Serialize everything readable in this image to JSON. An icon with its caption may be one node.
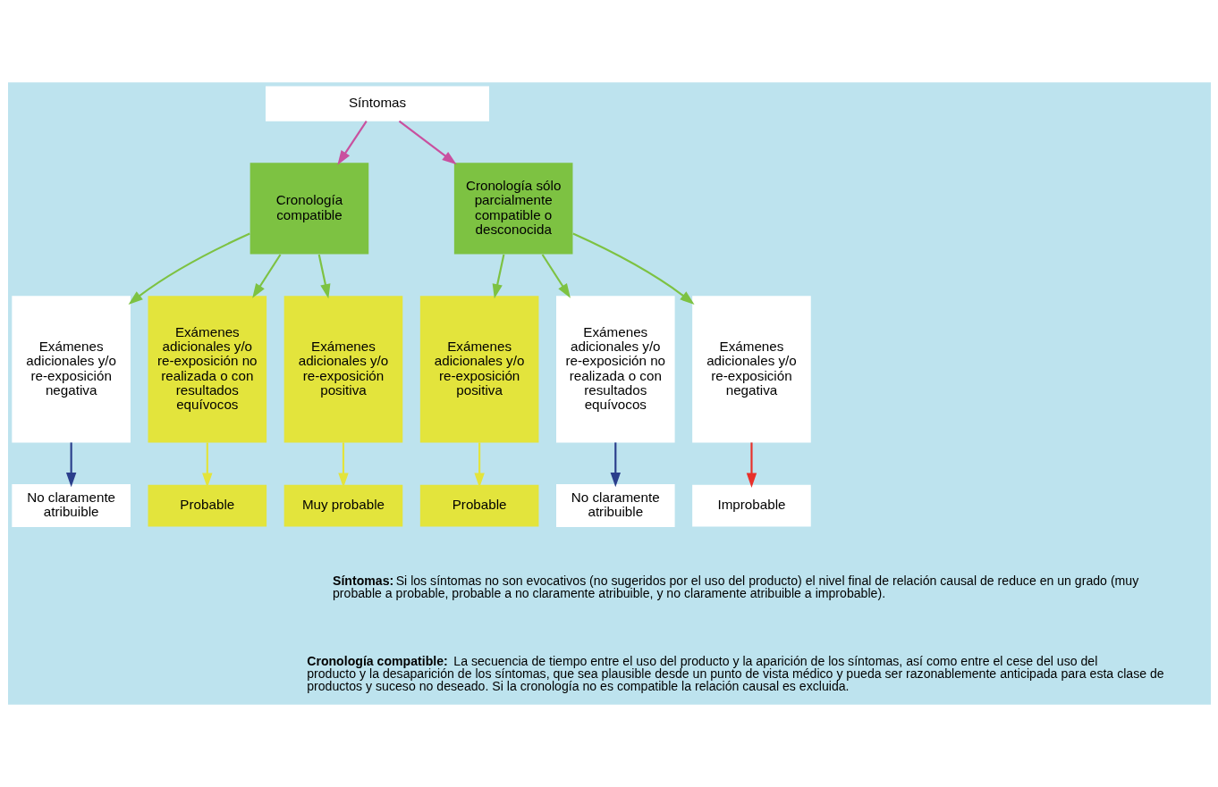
{
  "diagram": {
    "nodes": [
      {
        "text": [
          "Síntomas"
        ]
      },
      {
        "text": [
          "Cronología compatible"
        ]
      },
      {
        "text": [
          "Cronología sólo parcialmente compatible o desconocida"
        ]
      },
      {
        "text": [
          "Exámenes adicionales y/o re-exposición negativa"
        ]
      },
      {
        "text": [
          "Exámenes adicionales y/o re-exposición no realizada o con resultados equívocos"
        ]
      },
      {
        "text": [
          "Exámenes adicionales y/o re-exposición positiva"
        ]
      },
      {
        "text": [
          "Exámenes adicionales y/o re-exposición positiva"
        ]
      },
      {
        "text": [
          "Exámenes adicionales y/o re-exposición no realizada o con resultados equívocos"
        ]
      },
      {
        "text": [
          "Exámenes adicionales y/o re-exposición negativa"
        ]
      },
      {
        "text": [
          "No claramente atribuible"
        ]
      },
      {
        "text": [
          "Probable"
        ]
      },
      {
        "text": [
          "Muy probable"
        ]
      },
      {
        "text": [
          "Probable"
        ]
      },
      {
        "text": [
          "No claramente atribuible"
        ]
      },
      {
        "text": [
          "Improbable"
        ]
      }
    ],
    "edges": [
      {
        "from": 0,
        "to": 1,
        "arrow": "to",
        "color": "#c9509f"
      },
      {
        "from": 0,
        "to": 2,
        "arrow": "to",
        "color": "#c9509f"
      },
      {
        "from": 1,
        "to": 3,
        "arrow": "to",
        "color": "#7dc242"
      },
      {
        "from": 1,
        "to": 4,
        "arrow": "to",
        "color": "#7dc242"
      },
      {
        "from": 1,
        "to": 5,
        "arrow": "to",
        "color": "#7dc242"
      },
      {
        "from": 2,
        "to": 6,
        "arrow": "to",
        "color": "#7dc242"
      },
      {
        "from": 2,
        "to": 7,
        "arrow": "to",
        "color": "#7dc242"
      },
      {
        "from": 2,
        "to": 8,
        "arrow": "to",
        "color": "#7dc242"
      },
      {
        "from": 3,
        "to": 9,
        "arrow": "to",
        "color": "#2b3f8c"
      },
      {
        "from": 4,
        "to": 10,
        "arrow": "to",
        "color": "#e3e43c"
      },
      {
        "from": 5,
        "to": 11,
        "arrow": "to",
        "color": "#e3e43c"
      },
      {
        "from": 6,
        "to": 12,
        "arrow": "to",
        "color": "#e3e43c"
      },
      {
        "from": 7,
        "to": 13,
        "arrow": "to",
        "color": "#2b3f8c"
      },
      {
        "from": 8,
        "to": 14,
        "arrow": "to",
        "color": "#e8302a"
      }
    ],
    "labels": [
      "**Síntomas:** Si los síntomas no son evocativos (no sugeridos por el uso del producto) el nivel final de relación causal de reduce en un grado (muy probable a probable, probable a no claramente atribuible, y no claramente atribuible a improbable).",
      "**Cronología compatible:** La secuencia de tiempo entre el uso del producto y la aparición de los síntomas, así como entre el cese del uso del producto y la desaparición de los síntomas, que sea plausible desde un punto de vista médico y pueda ser razonablemente anticipada para esta clase de productos y suceso no deseado. Si la cronología no es compatible la relación causal es excluida."
    ]
  }
}
